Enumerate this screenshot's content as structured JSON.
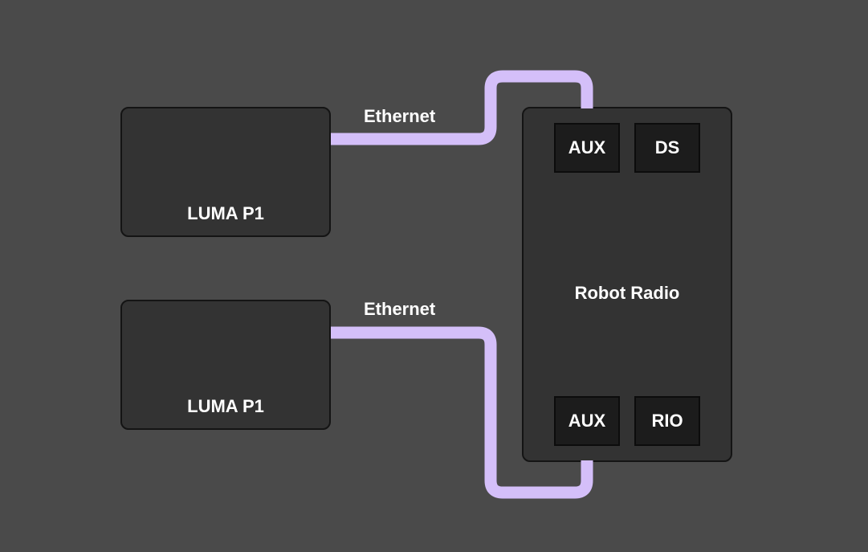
{
  "colors": {
    "background": "#4a4a4a",
    "device_fill": "#333333",
    "port_fill": "#1c1c1c",
    "cable": "#d4bff9",
    "text": "#ffffff"
  },
  "devices": {
    "luma_top": {
      "label": "LUMA P1"
    },
    "luma_bottom": {
      "label": "LUMA P1"
    },
    "robot_radio": {
      "label": "Robot Radio",
      "ports": {
        "aux_top": "AUX",
        "ds": "DS",
        "aux_bottom": "AUX",
        "rio": "RIO"
      }
    }
  },
  "connections": [
    {
      "label": "Ethernet",
      "from": "LUMA P1",
      "to": "AUX"
    },
    {
      "label": "Ethernet",
      "from": "LUMA P1",
      "to": "AUX"
    }
  ]
}
